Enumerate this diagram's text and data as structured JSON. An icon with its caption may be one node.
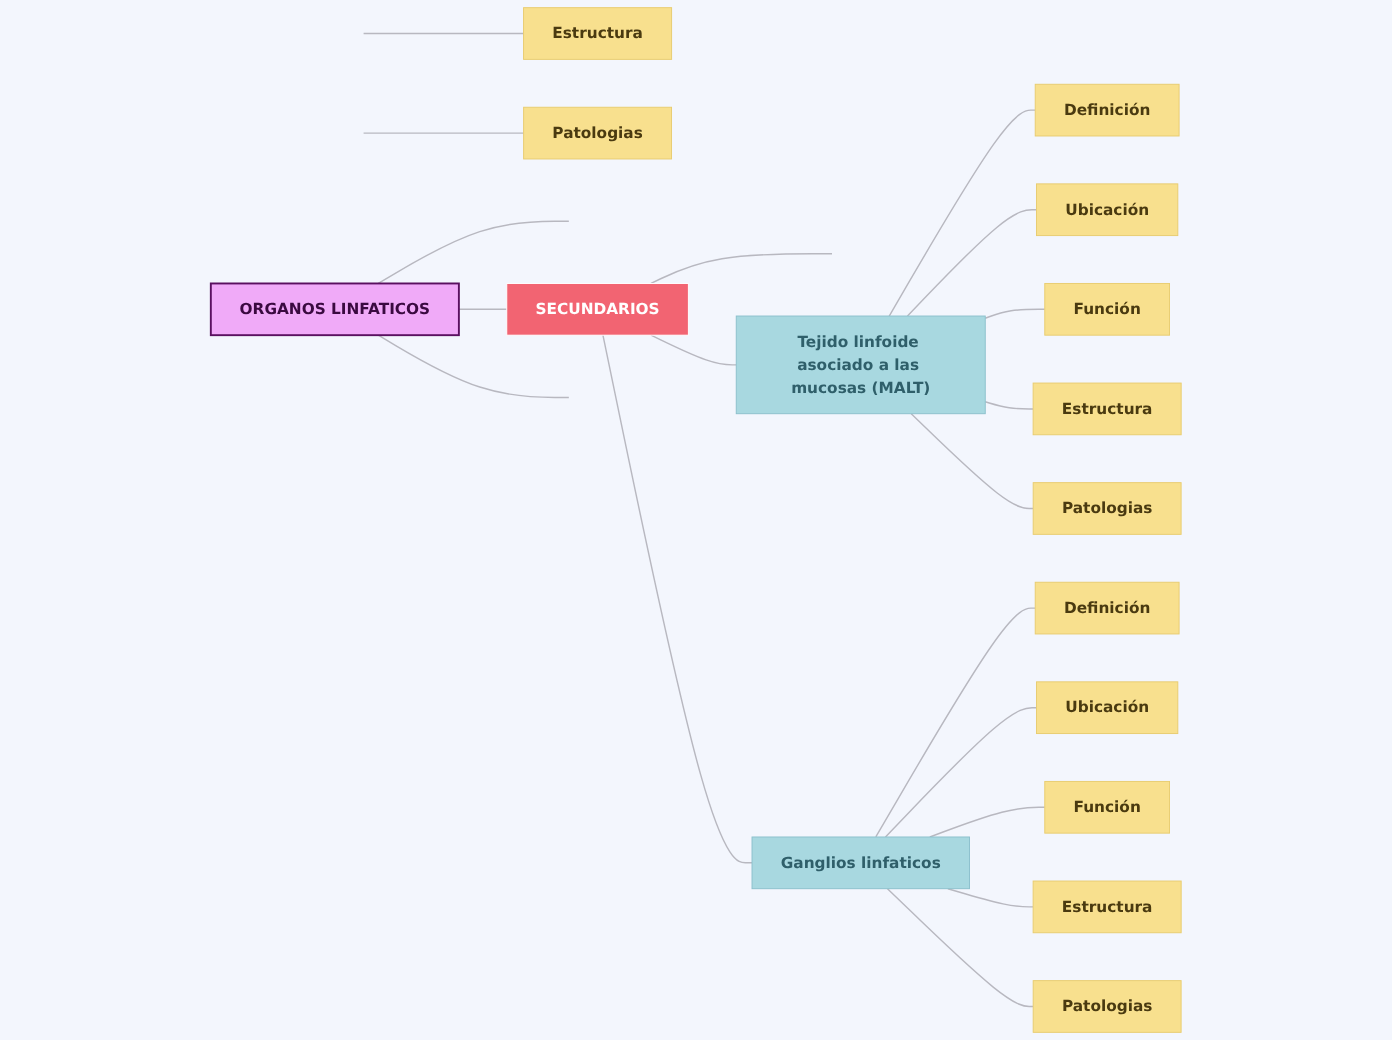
{
  "diagram": {
    "nodes": [
      {
        "text": [
          "ORGANOS LINFATICOS"
        ]
      },
      {
        "text": [
          "SECUNDARIOS"
        ]
      },
      {
        "text": [
          "Estructura"
        ]
      },
      {
        "text": [
          "Patologias"
        ]
      },
      {
        "text": [
          "Tejido linfoide asociado a las mucosas (MALT)"
        ]
      },
      {
        "text": [
          "Definición"
        ]
      },
      {
        "text": [
          "Ubicación"
        ]
      },
      {
        "text": [
          "Función"
        ]
      },
      {
        "text": [
          "Estructura"
        ]
      },
      {
        "text": [
          "Patologias"
        ]
      },
      {
        "text": [
          "Ganglios linfaticos"
        ]
      },
      {
        "text": [
          "Definición"
        ]
      },
      {
        "text": [
          "Ubicación"
        ]
      },
      {
        "text": [
          "Función"
        ]
      },
      {
        "text": [
          "Estructura"
        ]
      },
      {
        "text": [
          "Patologias"
        ]
      }
    ],
    "edges": [
      {
        "from": 0,
        "to": null,
        "arrow": "none"
      },
      {
        "from": 0,
        "to": 1,
        "arrow": "none"
      },
      {
        "from": 0,
        "to": null,
        "arrow": "none"
      },
      {
        "from": 1,
        "to": null,
        "arrow": "none"
      },
      {
        "from": null,
        "to": 2,
        "arrow": "none"
      },
      {
        "from": null,
        "to": 3,
        "arrow": "none"
      },
      {
        "from": 1,
        "to": 4,
        "arrow": "none"
      },
      {
        "from": 4,
        "to": 5,
        "arrow": "none"
      },
      {
        "from": 4,
        "to": 6,
        "arrow": "none"
      },
      {
        "from": 4,
        "to": 7,
        "arrow": "none"
      },
      {
        "from": 4,
        "to": 8,
        "arrow": "none"
      },
      {
        "from": 4,
        "to": 9,
        "arrow": "none"
      },
      {
        "from": 1,
        "to": 10,
        "arrow": "none"
      },
      {
        "from": 10,
        "to": 11,
        "arrow": "none"
      },
      {
        "from": 10,
        "to": 12,
        "arrow": "none"
      },
      {
        "from": 10,
        "to": 13,
        "arrow": "none"
      },
      {
        "from": 10,
        "to": 14,
        "arrow": "none"
      },
      {
        "from": 10,
        "to": 15,
        "arrow": "none"
      }
    ]
  }
}
